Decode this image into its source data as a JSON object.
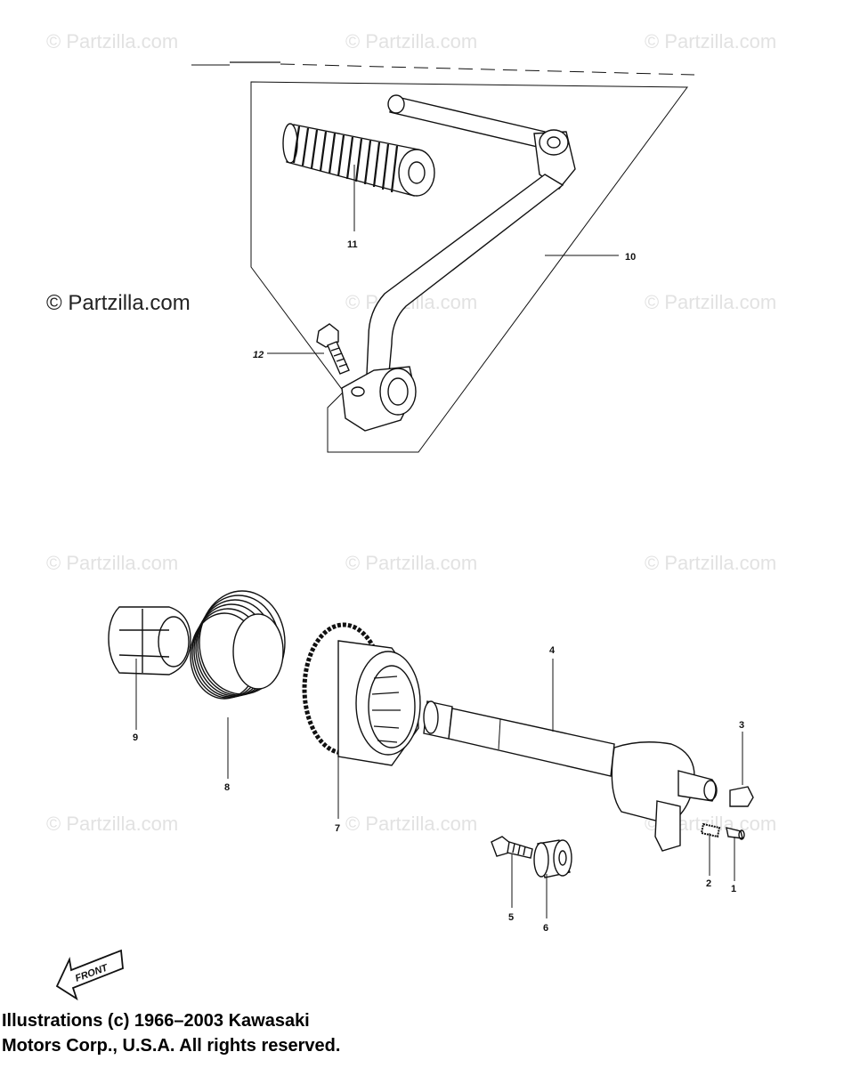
{
  "watermark": {
    "text": "© Partzilla.com",
    "prominent_text": "© Partzilla.com"
  },
  "callouts": {
    "p1": "1",
    "p2": "2",
    "p3": "3",
    "p4": "4",
    "p5": "5",
    "p6": "6",
    "p7": "7",
    "p8": "8",
    "p9": "9",
    "p10": "10",
    "p11": "11",
    "p12": "12"
  },
  "front_arrow": {
    "label": "FRONT"
  },
  "copyright": {
    "line1": "Illustrations (c) 1966–2003 Kawasaki",
    "line2": "Motors Corp., U.S.A.  All rights reserved."
  },
  "colors": {
    "ink": "#111111",
    "watermark": "#e2e2e2"
  }
}
